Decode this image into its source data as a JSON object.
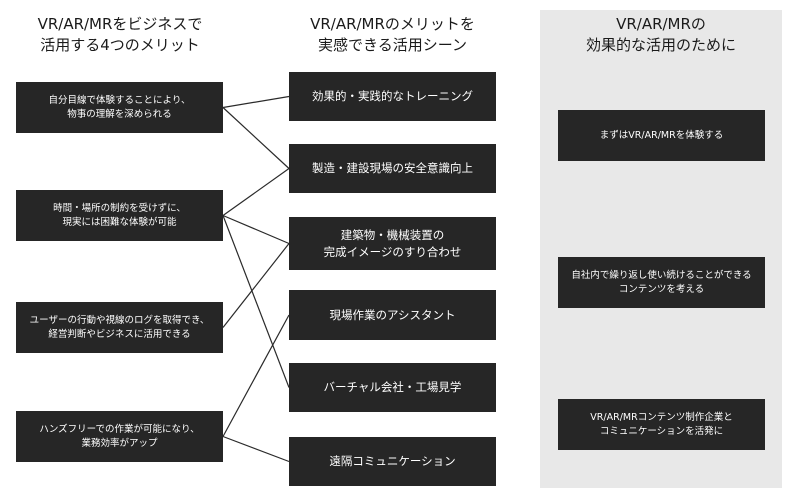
{
  "columns": {
    "benefits": {
      "heading": [
        "VR/AR/MRをビジネスで",
        "活用する4つのメリット"
      ],
      "items": [
        {
          "lines": [
            "自分目線で体験することにより、",
            "物事の理解を深められる"
          ]
        },
        {
          "lines": [
            "時間・場所の制約を受けずに、",
            "現実には困難な体験が可能"
          ]
        },
        {
          "lines": [
            "ユーザーの行動や視線のログを取得でき、",
            "経営判断やビジネスに活用できる"
          ]
        },
        {
          "lines": [
            "ハンズフリーでの作業が可能になり、",
            "業務効率がアップ"
          ]
        }
      ]
    },
    "scenes": {
      "heading": [
        "VR/AR/MRのメリットを",
        "実感できる活用シーン"
      ],
      "items": [
        {
          "lines": [
            "効果的・実践的なトレーニング"
          ]
        },
        {
          "lines": [
            "製造・建設現場の安全意識向上"
          ]
        },
        {
          "lines": [
            "建築物・機械装置の",
            "完成イメージのすり合わせ"
          ]
        },
        {
          "lines": [
            "現場作業のアシスタント"
          ]
        },
        {
          "lines": [
            "バーチャル会社・工場見学"
          ]
        },
        {
          "lines": [
            "遠隔コミュニケーション"
          ]
        }
      ]
    },
    "tips": {
      "heading": [
        "VR/AR/MRの",
        "効果的な活用のために"
      ],
      "items": [
        {
          "lines": [
            "まずはVR/AR/MRを体験する"
          ]
        },
        {
          "lines": [
            "自社内で繰り返し使い続けることができる",
            "コンテンツを考える"
          ]
        },
        {
          "lines": [
            "VR/AR/MRコンテンツ制作企業と",
            "コミュニケーションを活発に"
          ]
        }
      ]
    }
  },
  "connections": [
    {
      "from": 0,
      "to": 0
    },
    {
      "from": 0,
      "to": 1
    },
    {
      "from": 1,
      "to": 1
    },
    {
      "from": 1,
      "to": 2
    },
    {
      "from": 1,
      "to": 4
    },
    {
      "from": 2,
      "to": 2
    },
    {
      "from": 3,
      "to": 3
    },
    {
      "from": 3,
      "to": 5
    }
  ],
  "colors": {
    "box": "#262626",
    "box_text": "#ffffff",
    "panel": "#e8e8e8",
    "line": "#2a2a2a"
  }
}
